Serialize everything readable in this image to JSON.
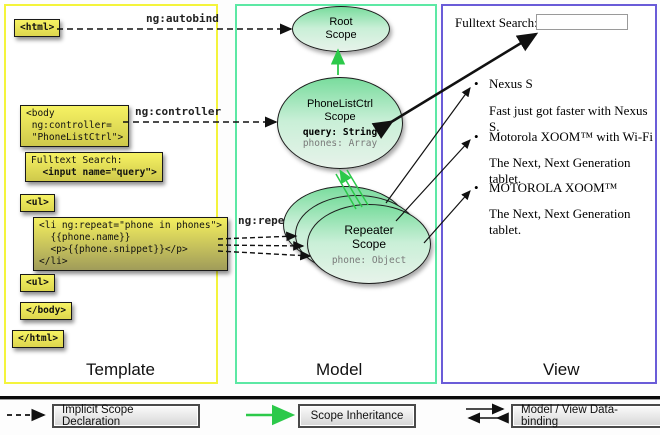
{
  "columns": {
    "template": {
      "label": "Template"
    },
    "model": {
      "label": "Model"
    },
    "view": {
      "label": "View"
    }
  },
  "template": {
    "html_open": "<html>",
    "body_open": [
      "<body",
      " ng:controller=",
      " \"PhoneListCtrl\">"
    ],
    "fulltext": [
      "Fulltext Search:",
      "  <input name=\"query\">"
    ],
    "ul_open": "<ul>",
    "li_repeat": [
      "<li ng:repeat=\"phone in phones\">",
      "  {{phone.name}}",
      "  <p>{{phone.snippet}}</p>",
      "</li>"
    ],
    "ul_close": "<ul>",
    "body_close": "</body>",
    "html_close": "</html>"
  },
  "arrow_labels": {
    "autobind": "ng:autobind",
    "controller": "ng:controller",
    "repeat": "ng:repeat"
  },
  "model": {
    "root": {
      "line1": "Root",
      "line2": "Scope"
    },
    "phonelist": {
      "line1": "PhoneListCtrl",
      "line2": "Scope",
      "query": "query: String",
      "phones": "phones: Array"
    },
    "repeater": {
      "line1": "Repeater",
      "line2": "Scope",
      "phone": "phone: Object"
    }
  },
  "view": {
    "search_label": "Fulltext Search:",
    "search_value": "",
    "bullet": "•",
    "items": [
      {
        "title": "Nexus S",
        "subtitle": "Fast just got faster with Nexus S."
      },
      {
        "title": "Motorola XOOM™  with Wi-Fi",
        "subtitle": "The Next, Next Generation tablet."
      },
      {
        "title": "MOTOROLA XOOM™",
        "subtitle": "The Next, Next Generation tablet."
      }
    ]
  },
  "legend": {
    "implicit": "Implicit Scope Declaration",
    "inheritance": "Scope Inheritance",
    "databinding": "Model / View Data-binding"
  },
  "colors": {
    "template_border": "#f4f43c",
    "model_border": "#5ce8a4",
    "view_border": "#6a5cd8",
    "scope_green_arrow": "#2cc94a",
    "code_box_yellow": "#f6f263",
    "ellipse_green": "#79dc9d"
  }
}
